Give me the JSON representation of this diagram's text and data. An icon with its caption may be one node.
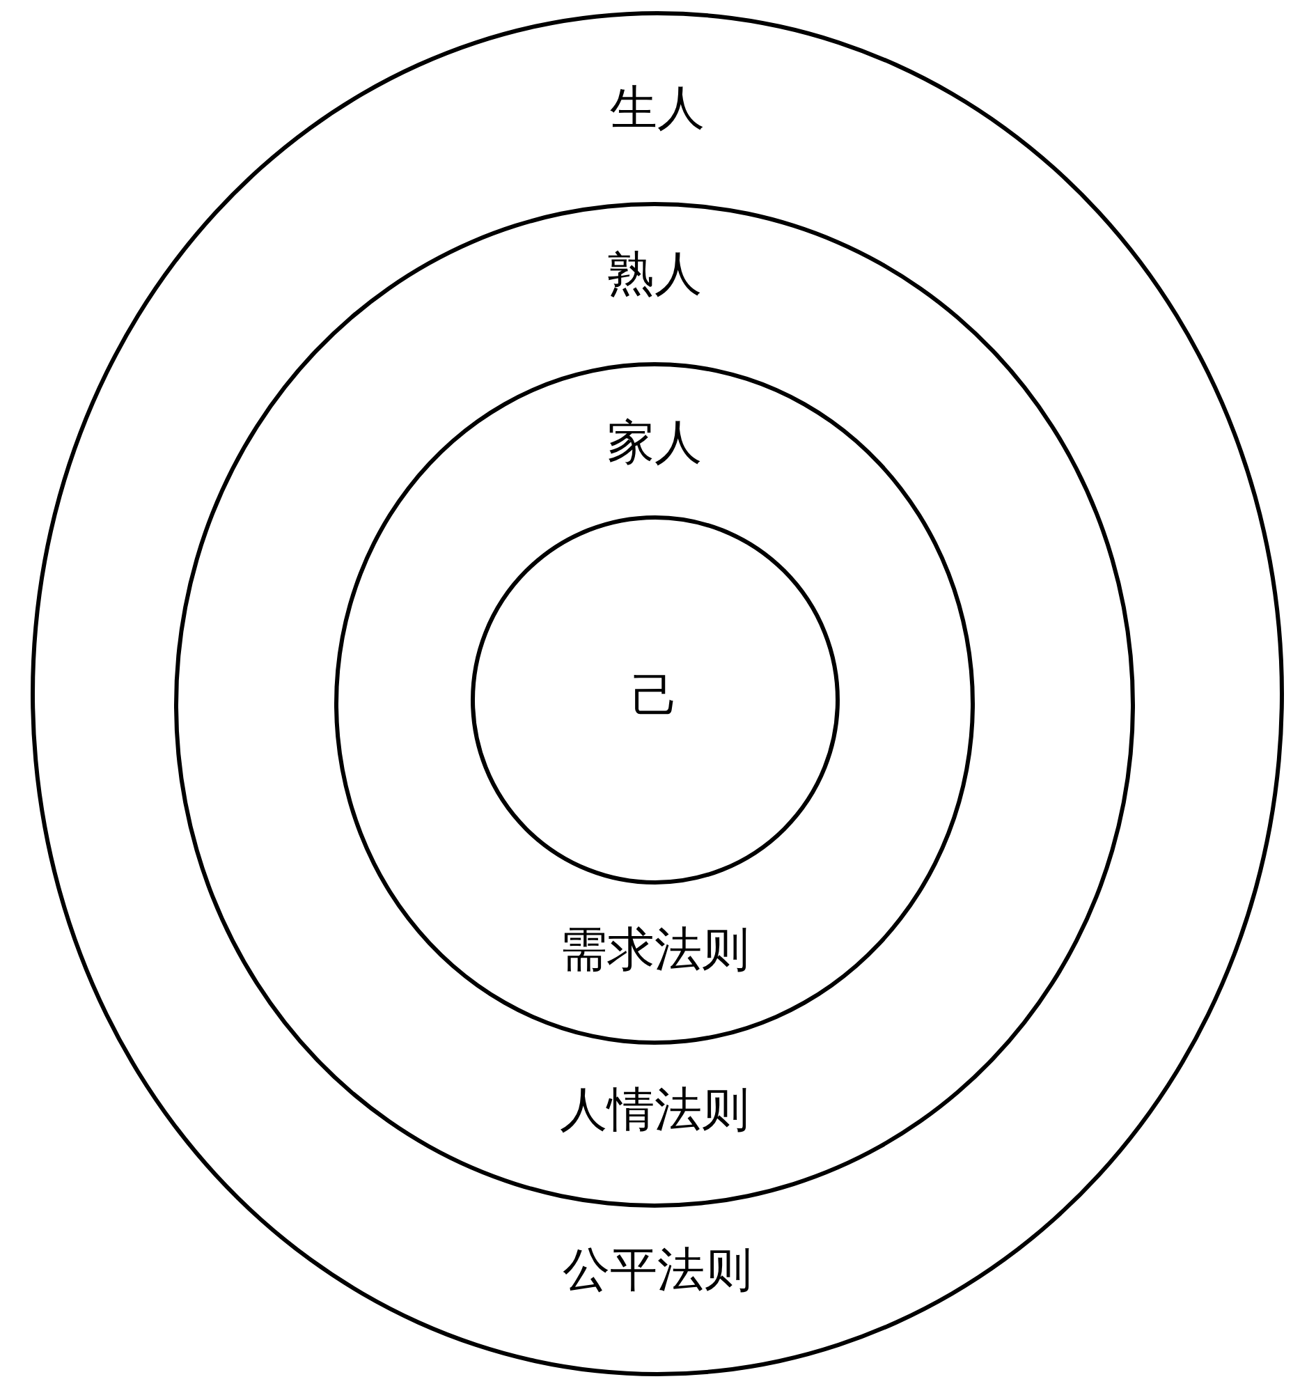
{
  "diagram": {
    "nodes": [
      {
        "text": [
          "生人",
          "公平法则"
        ]
      },
      {
        "text": [
          "熟人",
          "人情法则"
        ],
        "in": 0
      },
      {
        "text": [
          "家人",
          "需求法则"
        ],
        "in": 1
      },
      {
        "text": [
          "己"
        ],
        "in": 2
      }
    ]
  }
}
